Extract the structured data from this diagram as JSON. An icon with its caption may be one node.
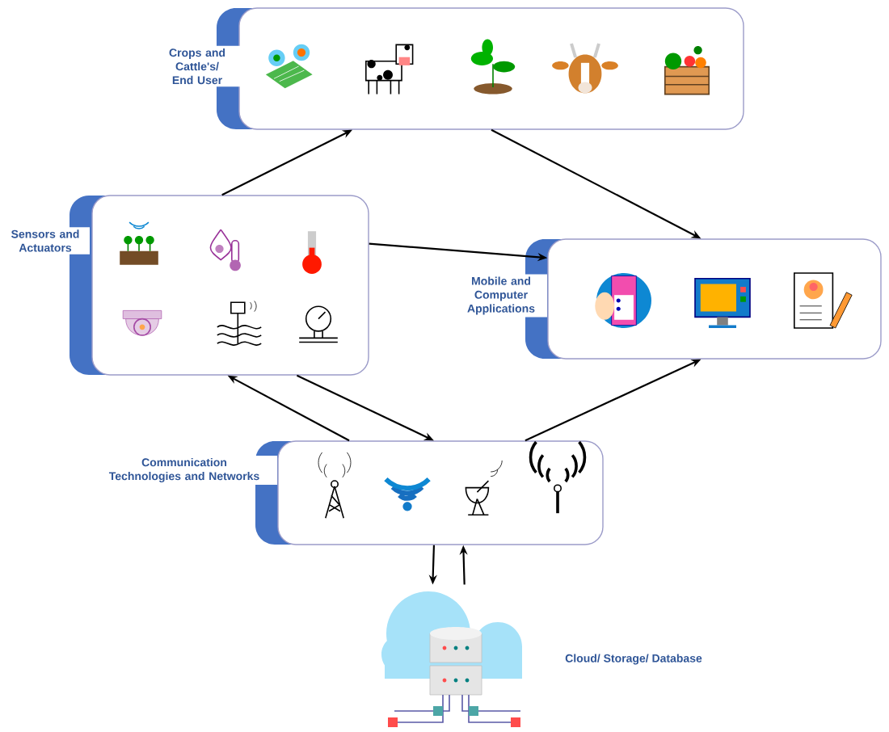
{
  "diagram": {
    "nodes": [
      {
        "text": [
          "Crops and Cattle's/ End User"
        ]
      },
      {
        "text": [
          "Sensors and Actuators"
        ]
      },
      {
        "text": [
          "Mobile and Computer Applications"
        ]
      },
      {
        "text": [
          "Communication Technologies and Networks"
        ]
      },
      {
        "text": [],
        "shape": "picture",
        "beside": [
          "Cloud/ Storage/ Database"
        ]
      }
    ],
    "edges": [
      {
        "from": 1,
        "to": 0,
        "arrow": "to"
      },
      {
        "from": 0,
        "to": 2,
        "arrow": "to"
      },
      {
        "from": 1,
        "to": 2,
        "arrow": "to"
      },
      {
        "from": 3,
        "to": 1,
        "arrow": "to"
      },
      {
        "from": 1,
        "to": 3,
        "arrow": "to"
      },
      {
        "from": 3,
        "to": 2,
        "arrow": "to"
      },
      {
        "from": 3,
        "to": 4,
        "arrow": "to"
      },
      {
        "from": 4,
        "to": 3,
        "arrow": "to"
      }
    ]
  }
}
